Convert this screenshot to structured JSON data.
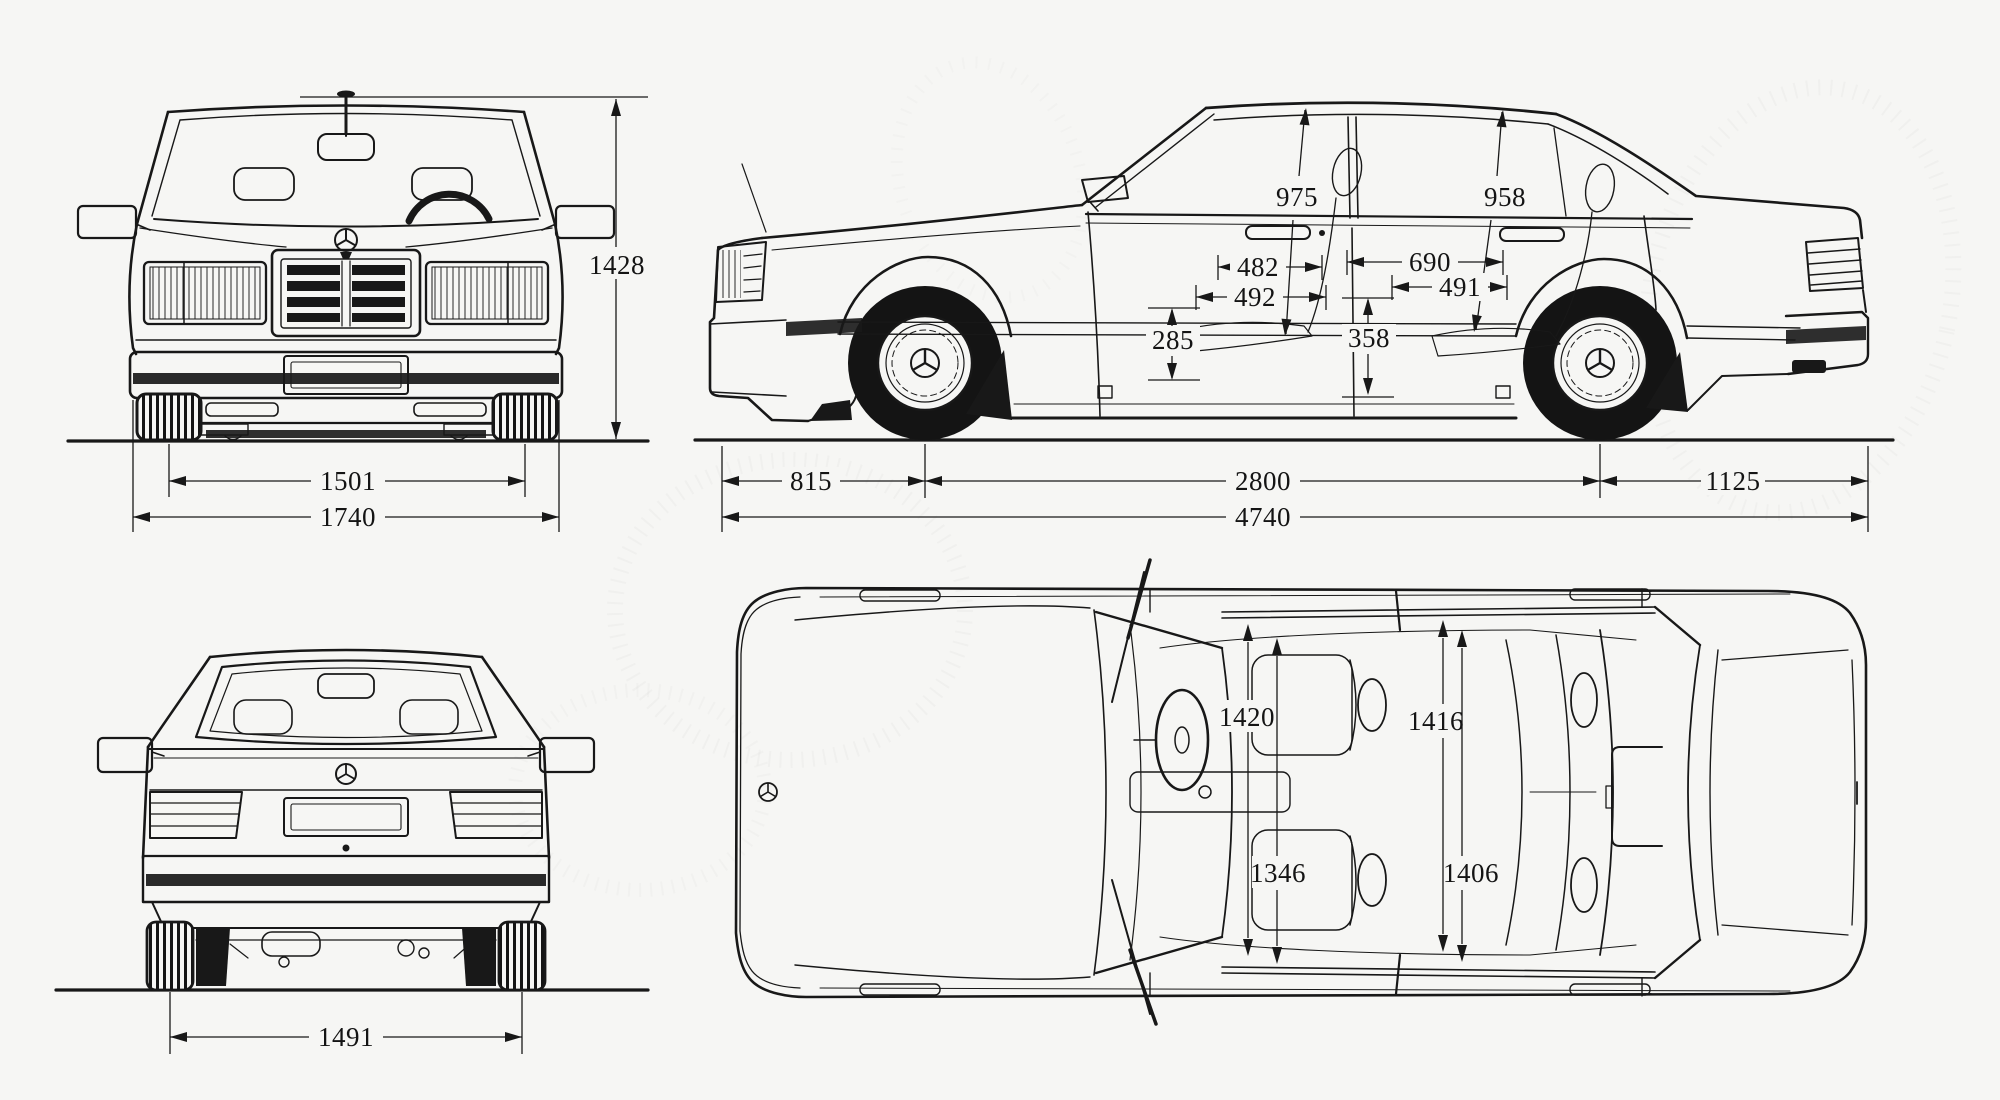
{
  "page": {
    "background": "#f6f6f4",
    "line_color": "#181818",
    "content_type": "car-blueprint-four-views"
  },
  "views": {
    "front": {
      "id": "front-view",
      "labels": [
        {
          "id": "overall-height",
          "text": "1428"
        },
        {
          "id": "front-track",
          "text": "1501"
        },
        {
          "id": "overall-width",
          "text": "1740"
        }
      ]
    },
    "side": {
      "id": "side-view",
      "labels": [
        {
          "id": "front-headroom",
          "text": "975"
        },
        {
          "id": "rear-headroom",
          "text": "958"
        },
        {
          "id": "front-door-aperture",
          "text": "482"
        },
        {
          "id": "rear-door-aperture",
          "text": "690"
        },
        {
          "id": "front-seat-depth",
          "text": "492"
        },
        {
          "id": "rear-seat-depth",
          "text": "491"
        },
        {
          "id": "front-seat-height",
          "text": "285"
        },
        {
          "id": "rear-seat-height",
          "text": "358"
        },
        {
          "id": "front-overhang",
          "text": "815"
        },
        {
          "id": "wheelbase",
          "text": "2800"
        },
        {
          "id": "rear-overhang",
          "text": "1125"
        },
        {
          "id": "overall-length",
          "text": "4740"
        }
      ]
    },
    "rear": {
      "id": "rear-view",
      "labels": [
        {
          "id": "rear-track",
          "text": "1491"
        }
      ]
    },
    "top": {
      "id": "top-view",
      "labels": [
        {
          "id": "front-shoulder-width",
          "text": "1420"
        },
        {
          "id": "rear-shoulder-width",
          "text": "1416"
        },
        {
          "id": "front-hip-width",
          "text": "1346"
        },
        {
          "id": "rear-hip-width",
          "text": "1406"
        }
      ]
    }
  }
}
